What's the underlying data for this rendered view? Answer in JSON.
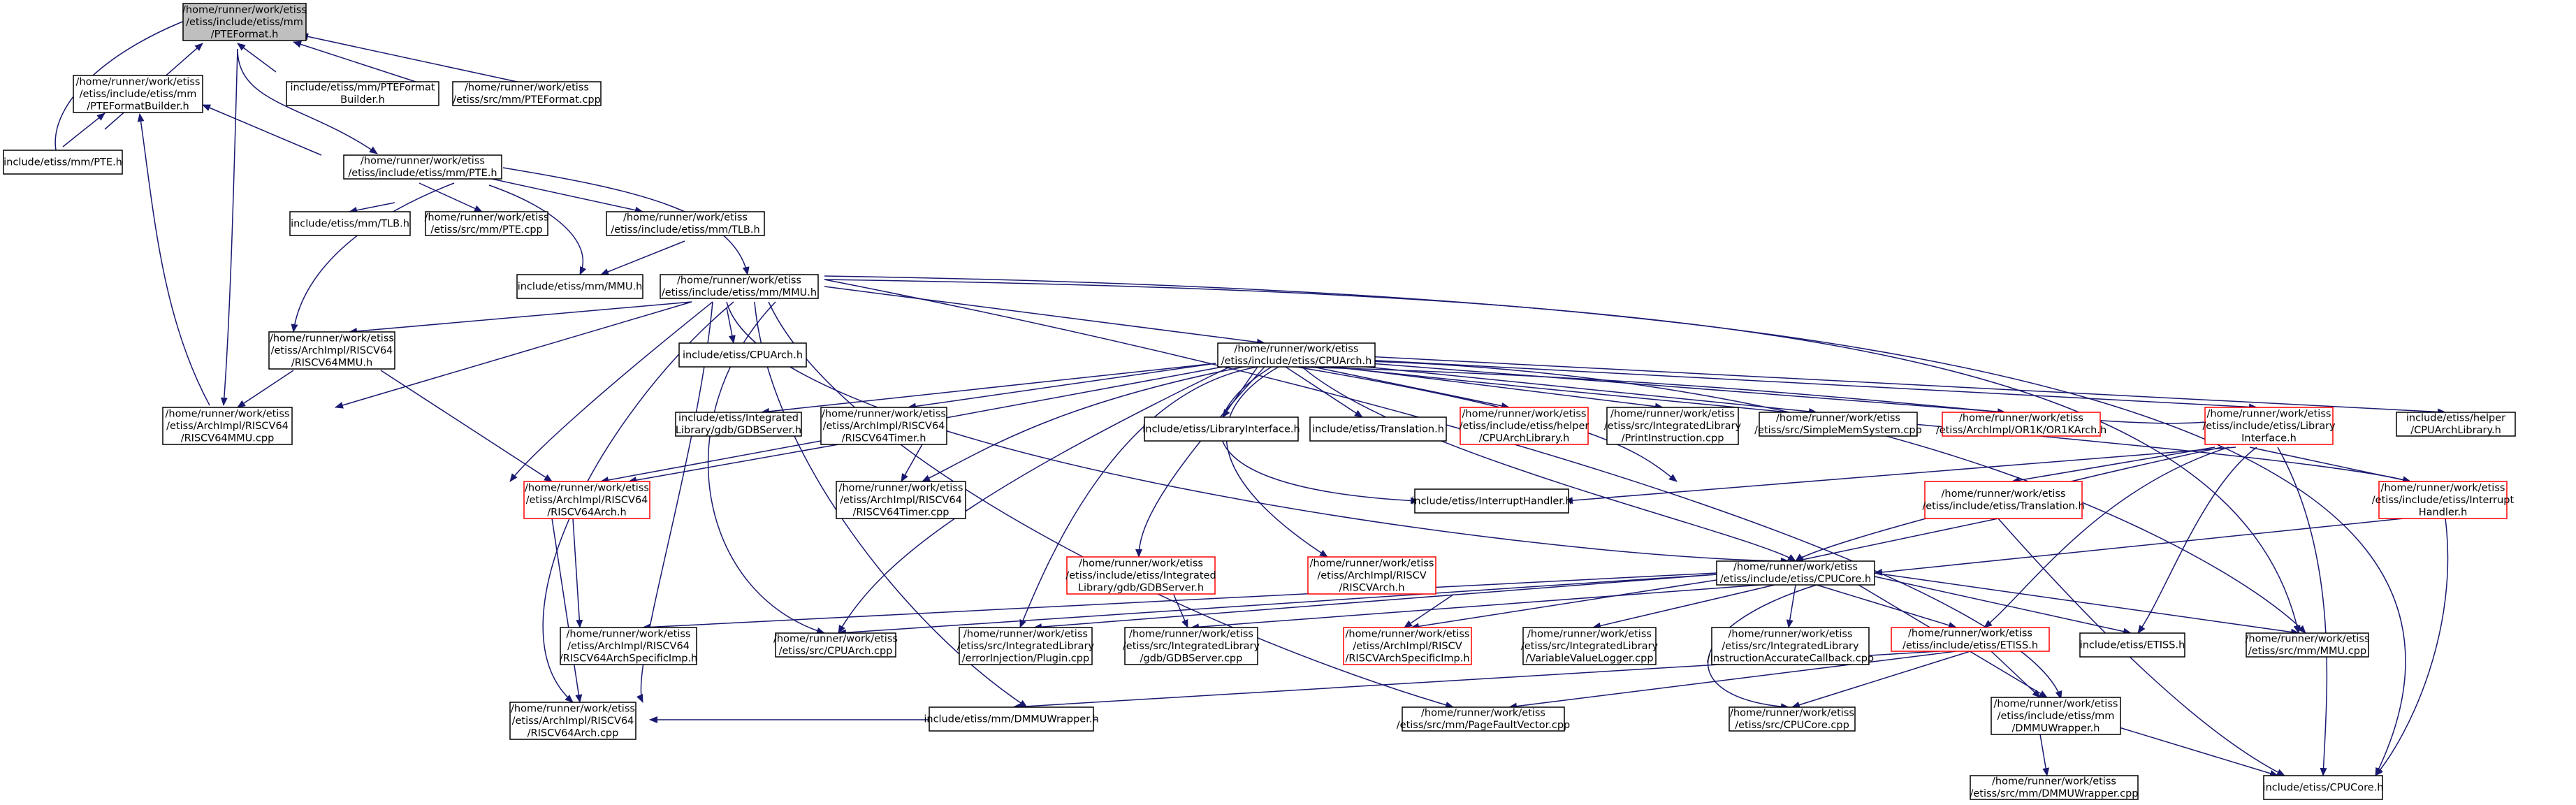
{
  "diagram": {
    "type": "include-dependency-graph",
    "colors": {
      "edge": "#191970",
      "node_border": "#000000",
      "node_border_missing": "#ff0000",
      "node_focus_fill": "#bfbfbf",
      "background": "#ffffff"
    },
    "nodes": [
      {
        "id": "pteformat_h",
        "lines": [
          "/home/runner/work/etiss",
          "/etiss/include/etiss/mm",
          "/PTEFormat.h"
        ]
      },
      {
        "id": "pteformatbuilder_h",
        "lines": [
          "/home/runner/work/etiss",
          "/etiss/include/etiss/mm",
          "/PTEFormatBuilder.h"
        ]
      },
      {
        "id": "inc_pteformatbuilder",
        "lines": [
          "include/etiss/mm/PTEFormat",
          "Builder.h"
        ]
      },
      {
        "id": "src_pteformat_cpp",
        "lines": [
          "/home/runner/work/etiss",
          "/etiss/src/mm/PTEFormat.cpp"
        ]
      },
      {
        "id": "inc_pte_h",
        "lines": [
          "include/etiss/mm/PTE.h"
        ]
      },
      {
        "id": "pte_h",
        "lines": [
          "/home/runner/work/etiss",
          "/etiss/include/etiss/mm/PTE.h"
        ]
      },
      {
        "id": "inc_tlb_h",
        "lines": [
          "include/etiss/mm/TLB.h"
        ]
      },
      {
        "id": "src_pte_cpp",
        "lines": [
          "/home/runner/work/etiss",
          "/etiss/src/mm/PTE.cpp"
        ]
      },
      {
        "id": "tlb_h",
        "lines": [
          "/home/runner/work/etiss",
          "/etiss/include/etiss/mm/TLB.h"
        ]
      },
      {
        "id": "inc_mmu_h",
        "lines": [
          "include/etiss/mm/MMU.h"
        ]
      },
      {
        "id": "mmu_h",
        "lines": [
          "/home/runner/work/etiss",
          "/etiss/include/etiss/mm/MMU.h"
        ]
      },
      {
        "id": "rv64mmu_h",
        "lines": [
          "/home/runner/work/etiss",
          "/etiss/ArchImpl/RISCV64",
          "/RISCV64MMU.h"
        ]
      },
      {
        "id": "inc_cpuarch_h",
        "lines": [
          "include/etiss/CPUArch.h"
        ]
      },
      {
        "id": "rv64mmu_cpp",
        "lines": [
          "/home/runner/work/etiss",
          "/etiss/ArchImpl/RISCV64",
          "/RISCV64MMU.cpp"
        ]
      },
      {
        "id": "cpuarch_h",
        "lines": [
          "/home/runner/work/etiss",
          "/etiss/include/etiss/CPUArch.h"
        ]
      },
      {
        "id": "inc_gdbserver_h",
        "lines": [
          "include/etiss/Integrated",
          "Library/gdb/GDBServer.h"
        ]
      },
      {
        "id": "rv64timer_h",
        "lines": [
          "/home/runner/work/etiss",
          "/etiss/ArchImpl/RISCV64",
          "/RISCV64Timer.h"
        ]
      },
      {
        "id": "inc_libiface_h",
        "lines": [
          "include/etiss/LibraryInterface.h"
        ]
      },
      {
        "id": "inc_translation_h",
        "lines": [
          "include/etiss/Translation.h"
        ]
      },
      {
        "id": "helper_cpuarchlib_h",
        "lines": [
          "/home/runner/work/etiss",
          "/etiss/include/etiss/helper",
          "/CPUArchLibrary.h"
        ],
        "missing": true
      },
      {
        "id": "printinstruction_cpp",
        "lines": [
          "/home/runner/work/etiss",
          "/etiss/src/IntegratedLibrary",
          "/PrintInstruction.cpp"
        ]
      },
      {
        "id": "simplememsystem_cpp",
        "lines": [
          "/home/runner/work/etiss",
          "/etiss/src/SimpleMemSystem.cpp"
        ]
      },
      {
        "id": "or1karch_h",
        "lines": [
          "/home/runner/work/etiss",
          "/etiss/ArchImpl/OR1K/OR1KArch.h"
        ],
        "missing": true
      },
      {
        "id": "libiface_h",
        "lines": [
          "/home/runner/work/etiss",
          "/etiss/include/etiss/Library",
          "Interface.h"
        ],
        "missing": true
      },
      {
        "id": "inc_helper_cpuarchlib_h",
        "lines": [
          "include/etiss/helper",
          "/CPUArchLibrary.h"
        ]
      },
      {
        "id": "rv64arch_h",
        "lines": [
          "/home/runner/work/etiss",
          "/etiss/ArchImpl/RISCV64",
          "/RISCV64Arch.h"
        ],
        "missing": true
      },
      {
        "id": "rv64timer_cpp",
        "lines": [
          "/home/runner/work/etiss",
          "/etiss/ArchImpl/RISCV64",
          "/RISCV64Timer.cpp"
        ]
      },
      {
        "id": "inc_interrupthandler_h",
        "lines": [
          "include/etiss/InterruptHandler.h"
        ]
      },
      {
        "id": "translation_h",
        "lines": [
          "/home/runner/work/etiss",
          "/etiss/include/etiss/Translation.h"
        ],
        "missing": true
      },
      {
        "id": "interrupthandler_h",
        "lines": [
          "/home/runner/work/etiss",
          "/etiss/include/etiss/Interrupt",
          "Handler.h"
        ],
        "missing": true
      },
      {
        "id": "gdbserver_h",
        "lines": [
          "/home/runner/work/etiss",
          "/etiss/include/etiss/Integrated",
          "Library/gdb/GDBServer.h"
        ],
        "missing": true
      },
      {
        "id": "riscvarch_h",
        "lines": [
          "/home/runner/work/etiss",
          "/etiss/ArchImpl/RISCV",
          "/RISCVArch.h"
        ],
        "missing": true
      },
      {
        "id": "cpucore_h",
        "lines": [
          "/home/runner/work/etiss",
          "/etiss/include/etiss/CPUCore.h"
        ]
      },
      {
        "id": "rv64archspecific_cpp",
        "lines": [
          "/home/runner/work/etiss",
          "/etiss/ArchImpl/RISCV64",
          "/RISCV64ArchSpecificImp.h"
        ]
      },
      {
        "id": "src_cpuarch_cpp",
        "lines": [
          "/home/runner/work/etiss",
          "/etiss/src/CPUArch.cpp"
        ]
      },
      {
        "id": "errorinjection_cpp",
        "lines": [
          "/home/runner/work/etiss",
          "/etiss/src/IntegratedLibrary",
          "/errorInjection/Plugin.cpp"
        ]
      },
      {
        "id": "gdbserver_cpp",
        "lines": [
          "/home/runner/work/etiss",
          "/etiss/src/IntegratedLibrary",
          "/gdb/GDBServer.cpp"
        ]
      },
      {
        "id": "riscvarchspecific_cpp",
        "lines": [
          "/home/runner/work/etiss",
          "/etiss/ArchImpl/RISCV",
          "/RISCVArchSpecificImp.h"
        ],
        "missing": true
      },
      {
        "id": "variablevaluelogger_cpp",
        "lines": [
          "/home/runner/work/etiss",
          "/etiss/src/IntegratedLibrary",
          "/VariableValueLogger.cpp"
        ]
      },
      {
        "id": "instructionaccurate_cpp",
        "lines": [
          "/home/runner/work/etiss",
          "/etiss/src/IntegratedLibrary",
          "/InstructionAccurateCallback.cpp"
        ]
      },
      {
        "id": "etiss_h",
        "lines": [
          "/home/runner/work/etiss",
          "/etiss/include/etiss/ETISS.h"
        ],
        "missing": true
      },
      {
        "id": "inc_etiss_h",
        "lines": [
          "include/etiss/ETISS.h"
        ]
      },
      {
        "id": "src_mmu_cpp",
        "lines": [
          "/home/runner/work/etiss",
          "/etiss/src/mm/MMU.cpp"
        ]
      },
      {
        "id": "rv64arch_cpp",
        "lines": [
          "/home/runner/work/etiss",
          "/etiss/ArchImpl/RISCV64",
          "/RISCV64Arch.cpp"
        ]
      },
      {
        "id": "inc_dmmuwrapper_h",
        "lines": [
          "include/etiss/mm/DMMUWrapper.h"
        ]
      },
      {
        "id": "pagefaultvector_cpp",
        "lines": [
          "/home/runner/work/etiss",
          "/etiss/src/mm/PageFaultVector.cpp"
        ]
      },
      {
        "id": "src_cpucore_cpp",
        "lines": [
          "/home/runner/work/etiss",
          "/etiss/src/CPUCore.cpp"
        ]
      },
      {
        "id": "dmmuwrapper_h",
        "lines": [
          "/home/runner/work/etiss",
          "/etiss/include/etiss/mm",
          "/DMMUWrapper.h"
        ]
      },
      {
        "id": "inc_cpucore_h",
        "lines": [
          "include/etiss/CPUCore.h"
        ]
      },
      {
        "id": "dmmuwrapper_cpp",
        "lines": [
          "/home/runner/work/etiss",
          "/etiss/src/mm/DMMUWrapper.cpp"
        ]
      }
    ]
  }
}
